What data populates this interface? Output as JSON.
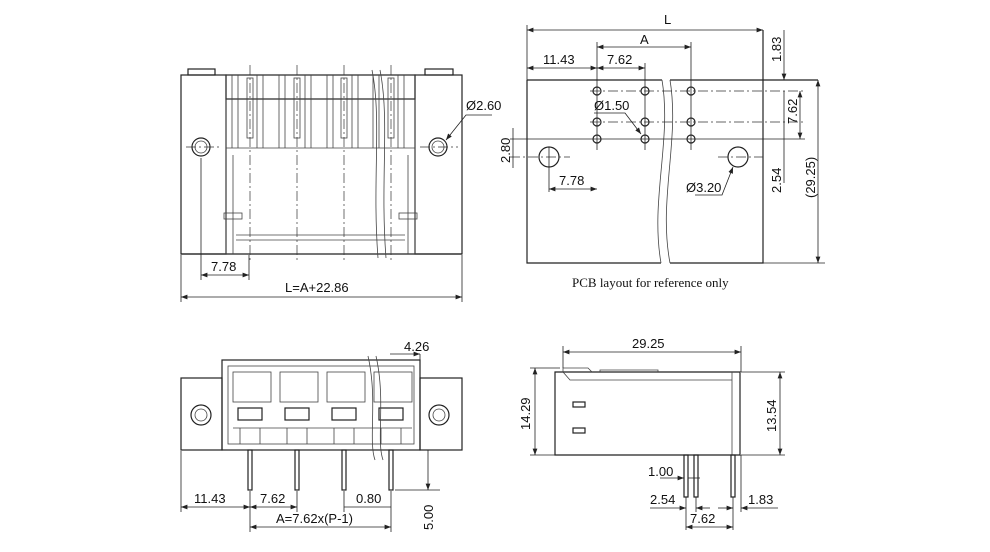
{
  "top_front_view": {
    "hole_diameter": "Ø2.60",
    "flange_offset": "7.78",
    "length_formula": "L=A+22.86"
  },
  "pcb_layout": {
    "length": "L",
    "pitch_span": "A",
    "edge_to_first_pin": "11.43",
    "pin_pitch": "7.62",
    "pin_hole_diameter": "Ø1.50",
    "mount_hole_diameter": "Ø3.20",
    "mount_offset": "7.78",
    "mount_vertical_offset": "2.80",
    "top_offset": "1.83",
    "row_pitch": "7.62",
    "row_to_mount": "2.54",
    "total_depth": "(29.25)",
    "caption": "PCB layout for reference only"
  },
  "bottom_front_view": {
    "edge_to_first_pin": "11.43",
    "pin_pitch": "7.62",
    "pin_width": "0.80",
    "pin_length": "5.00",
    "top_offset": "4.26",
    "span_formula": "A=7.62x(P-1)"
  },
  "side_view": {
    "depth": "29.25",
    "height_total": "14.29",
    "height_body": "13.54",
    "pin_width": "1.00",
    "pin_spacing": "2.54",
    "rear_offset": "1.83",
    "row_pitch": "7.62"
  }
}
